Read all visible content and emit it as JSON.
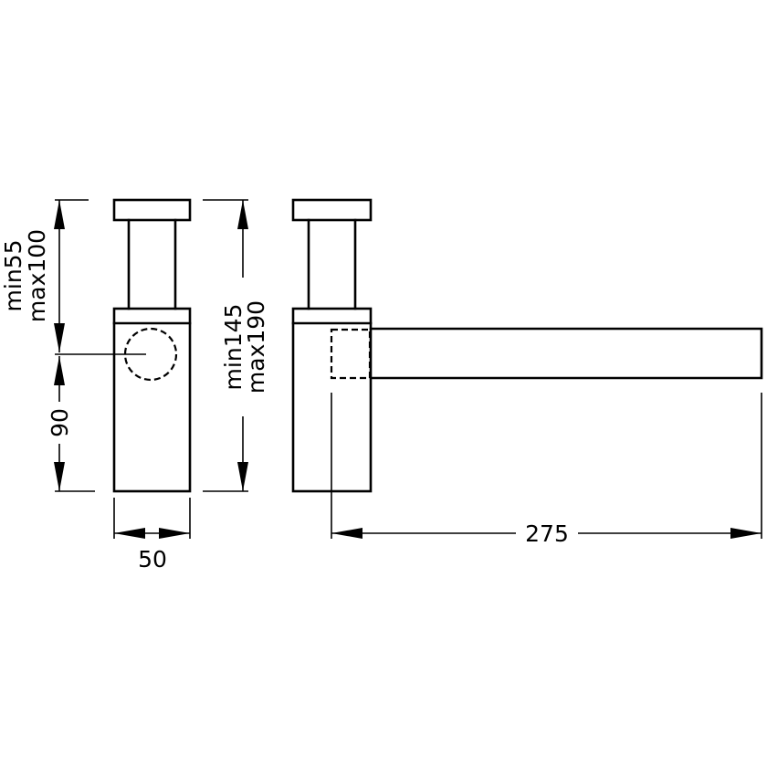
{
  "dimensions": {
    "width": "50",
    "outlet_height": "90",
    "trap_adjust": {
      "min": "min55",
      "max": "max100"
    },
    "total_height": {
      "min": "min145",
      "max": "max190"
    },
    "length": "275"
  }
}
